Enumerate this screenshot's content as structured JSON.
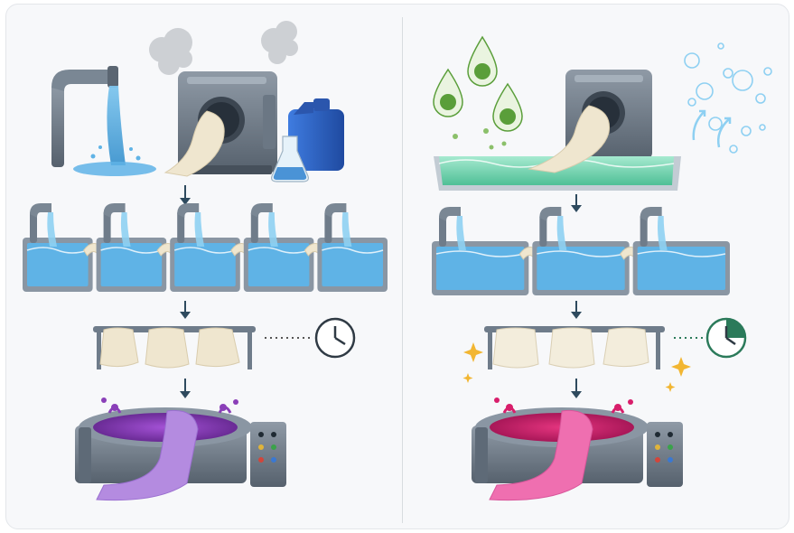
{
  "colors": {
    "background": "#f7f8fa",
    "frame_border": "#e3e6ea",
    "machine_steel": "#6f7c8a",
    "machine_dark": "#4b5663",
    "water": "#5fb3e6",
    "water_light": "#a9dcf6",
    "fabric": "#efe6cf",
    "arrow": "#2e4a5e",
    "enzyme_green": "#5a9e3a",
    "enzyme_bath": "#7fd6b5",
    "bubble": "#8ed0f2",
    "dye_purple": "#8a3fb8",
    "fabric_purple": "#b48be0",
    "dye_pink": "#d81e6b",
    "fabric_pink": "#ef6fb0",
    "clock_accent": "#2b7a5a",
    "sparkle": "#f2b632",
    "chemical_jug": "#2f63c8"
  },
  "left_process": {
    "steps": [
      {
        "name": "pretreatment",
        "icons": [
          "tap-icon",
          "steam-cloud-icon",
          "washing-machine-icon",
          "chemical-jug-icon",
          "flask-icon",
          "fabric-icon"
        ]
      },
      {
        "name": "rinse",
        "bath_count": 5
      },
      {
        "name": "drying",
        "icons": [
          "drying-rack-icon",
          "clock-icon"
        ],
        "clock_fill": 0
      },
      {
        "name": "dyeing",
        "icons": [
          "dye-vat-icon",
          "control-panel-icon"
        ],
        "dye_color": "purple"
      }
    ]
  },
  "right_process": {
    "steps": [
      {
        "name": "enzyme-pretreatment",
        "icons": [
          "enzyme-drop-icon",
          "washing-machine-icon",
          "enzyme-bath-icon",
          "bubbles-icon",
          "fabric-icon"
        ]
      },
      {
        "name": "rinse",
        "bath_count": 3
      },
      {
        "name": "drying",
        "icons": [
          "drying-rack-icon",
          "clock-icon",
          "sparkle-icon"
        ],
        "clock_fill": 0.25
      },
      {
        "name": "dyeing",
        "icons": [
          "dye-vat-icon",
          "control-panel-icon"
        ],
        "dye_color": "pink"
      }
    ]
  }
}
